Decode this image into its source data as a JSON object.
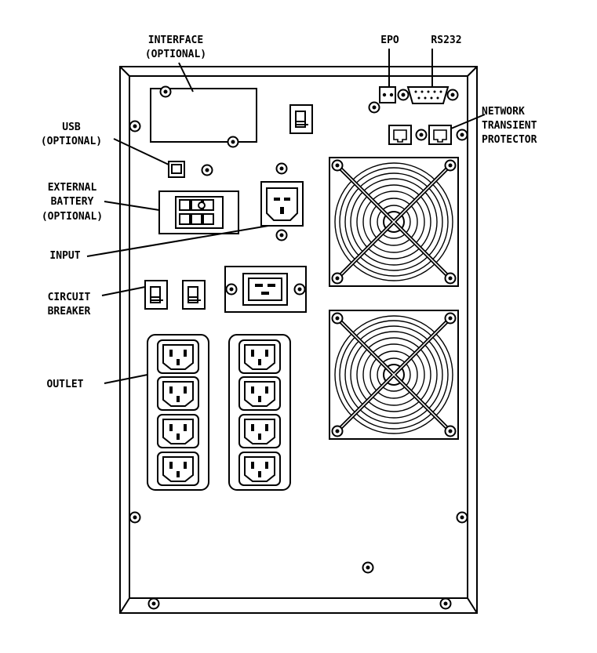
{
  "labels": {
    "interface_1": "INTERFACE",
    "interface_2": "(OPTIONAL)",
    "epo": "EPO",
    "rs232": "RS232",
    "network_1": "NETWORK",
    "network_2": "TRANSIENT",
    "network_3": "PROTECTOR",
    "usb_1": "USB",
    "usb_2": "(OPTIONAL)",
    "ext_1": "EXTERNAL",
    "ext_2": "BATTERY",
    "ext_3": "(OPTIONAL)",
    "input": "INPUT",
    "cb_1": "CIRCUIT",
    "cb_2": "BREAKER",
    "outlet": "OUTLET"
  },
  "colors": {
    "line": "#000000",
    "background": "#ffffff"
  }
}
